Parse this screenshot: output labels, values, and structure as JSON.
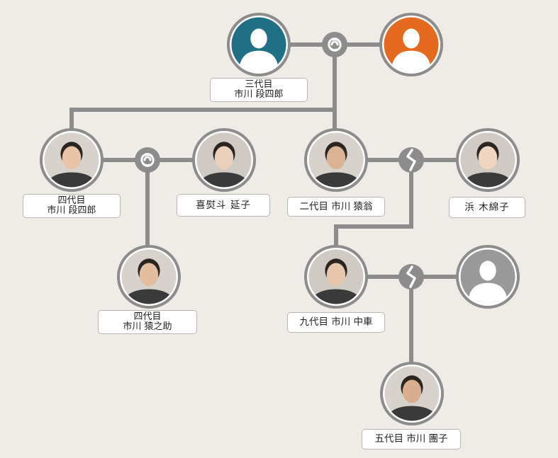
{
  "colors": {
    "background": "#efebe7",
    "line": "#8c8c8c",
    "frame": "#8c8c8c",
    "silhouette_teal": "#1f6f85",
    "silhouette_orange": "#e36a1e",
    "silhouette_gray": "#999999",
    "label_bg": "#ffffff",
    "label_border": "#b9b6b2"
  },
  "people": [
    {
      "id": "danshiro3",
      "lines": [
        "三代目",
        "市川 段四郎"
      ],
      "avatar": "silhouette-teal",
      "icon": "person-silhouette-icon"
    },
    {
      "id": "danshiro3-wife",
      "lines": [],
      "avatar": "silhouette-orange",
      "icon": "person-silhouette-icon"
    },
    {
      "id": "danshiro4",
      "lines": [
        "四代目",
        "市川 段四郎"
      ],
      "avatar": "photo",
      "icon": "portrait-photo"
    },
    {
      "id": "nobuko",
      "lines": [
        "喜熨斗 延子"
      ],
      "avatar": "photo",
      "icon": "portrait-photo"
    },
    {
      "id": "ennoh2",
      "lines": [
        "二代目 市川 猿翁"
      ],
      "avatar": "photo",
      "icon": "portrait-photo"
    },
    {
      "id": "hama",
      "lines": [
        "浜 木綿子"
      ],
      "avatar": "photo",
      "icon": "portrait-photo"
    },
    {
      "id": "ennosuke4",
      "lines": [
        "四代目",
        "市川 猿之助"
      ],
      "avatar": "photo",
      "icon": "portrait-photo"
    },
    {
      "id": "chusha9",
      "lines": [
        "九代目 市川 中車"
      ],
      "avatar": "photo",
      "icon": "portrait-photo"
    },
    {
      "id": "chusha9-wife",
      "lines": [],
      "avatar": "silhouette-gray",
      "icon": "person-silhouette-icon"
    },
    {
      "id": "danko5",
      "lines": [
        "五代目 市川 團子"
      ],
      "avatar": "photo",
      "icon": "portrait-photo"
    }
  ],
  "unions": [
    {
      "id": "u-top",
      "type": "married",
      "icon": "marriage-knot-icon"
    },
    {
      "id": "u-danshiro4",
      "type": "married",
      "icon": "marriage-knot-icon"
    },
    {
      "id": "u-ennoh",
      "type": "divorced",
      "icon": "divorce-zigzag-icon"
    },
    {
      "id": "u-chusha",
      "type": "divorced",
      "icon": "divorce-zigzag-icon"
    }
  ]
}
